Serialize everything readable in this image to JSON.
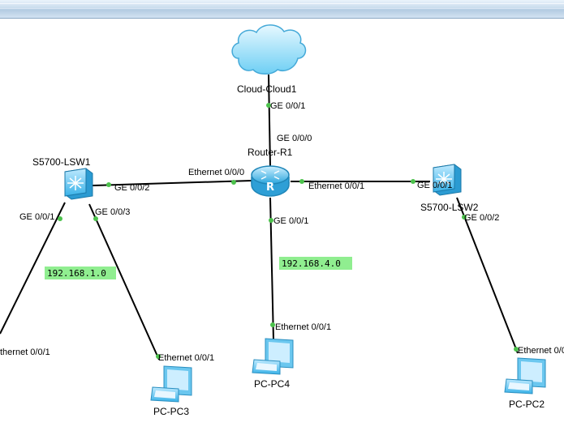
{
  "devices": {
    "cloud": "Cloud-Cloud1",
    "router": "Router-R1",
    "lsw1": "S5700-LSW1",
    "lsw2": "S5700-LSW2",
    "pc2": "PC-PC2",
    "pc3": "PC-PC3",
    "pc4": "PC-PC4"
  },
  "ports": {
    "cloud_ge001": "GE 0/0/1",
    "router_ge000": "GE 0/0/0",
    "router_eth000": "Ethernet 0/0/0",
    "router_eth001": "Ethernet 0/0/1",
    "router_ge001": "GE 0/0/1",
    "lsw1_ge002": "GE 0/0/2",
    "lsw1_ge001": "GE 0/0/1",
    "lsw1_ge003": "GE 0/0/3",
    "lsw2_ge001": "GE 0/0/1",
    "lsw2_ge002": "GE 0/0/2",
    "pc_left_eth001": "thernet 0/0/1",
    "pc3_eth001": "Ethernet 0/0/1",
    "pc4_eth001": "Ethernet 0/0/1",
    "pc2_eth001": "Ethernet 0/0"
  },
  "networks": {
    "net1": "192.168.1.0",
    "net4": "192.168.4.0"
  },
  "colors": {
    "port_dot": "#4cc24c",
    "network_label_bg": "#90ee90",
    "device_blue": "#5fc6ee"
  }
}
